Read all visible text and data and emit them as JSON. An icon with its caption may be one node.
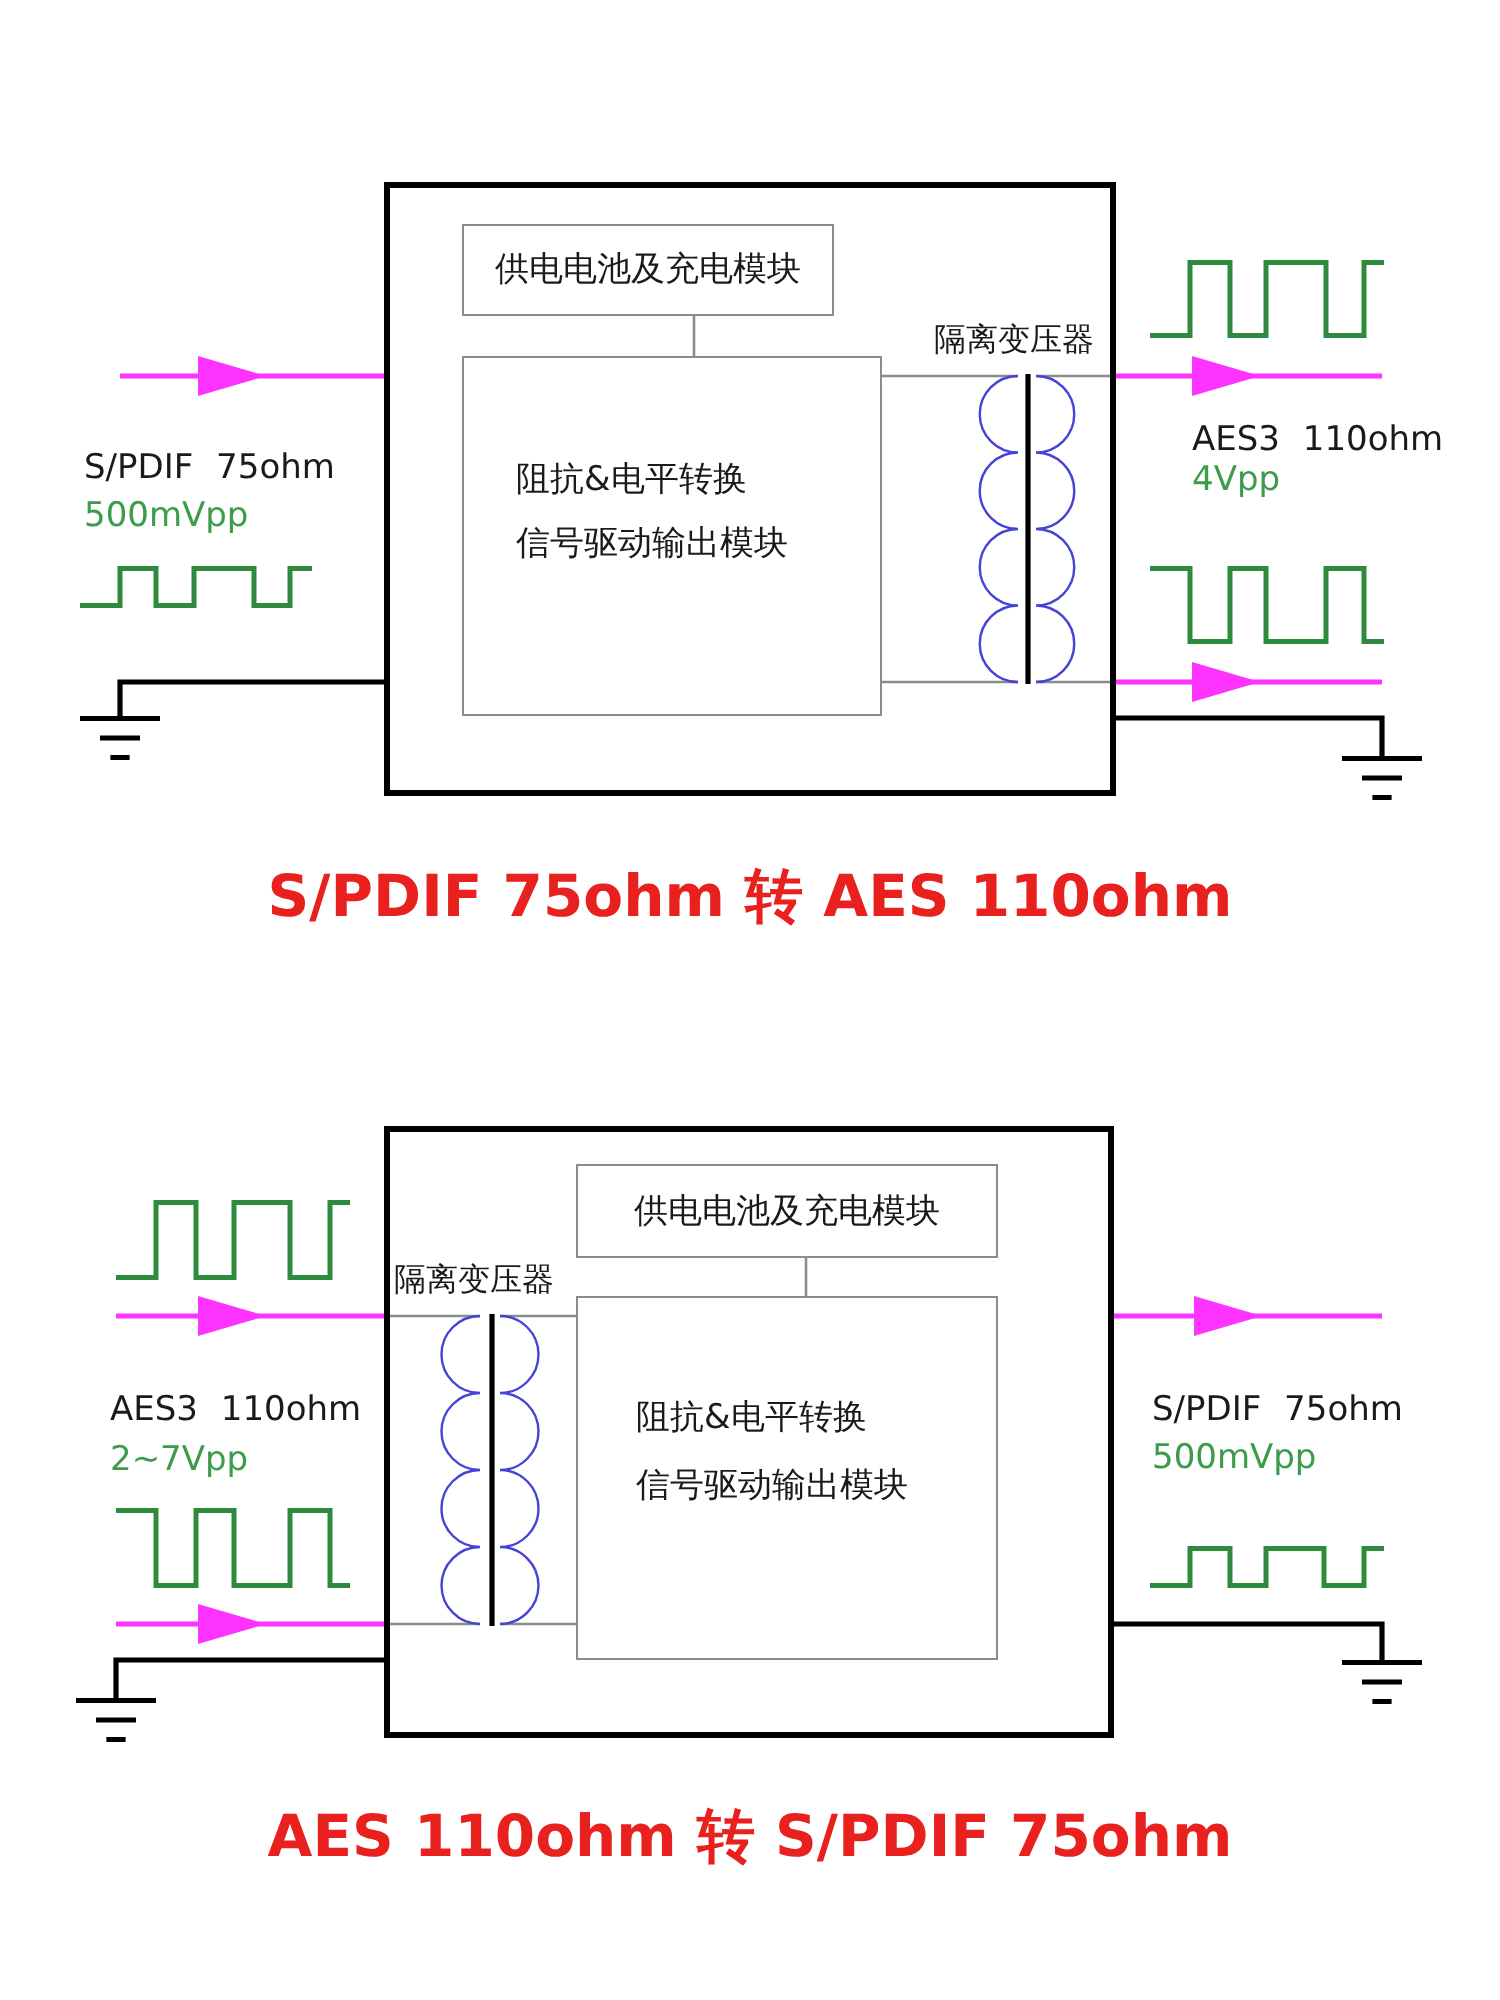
{
  "diagram": {
    "nodes": [
      {
        "text": [],
        "shape": "box"
      },
      {
        "text": [
          "供电电池及充电模块"
        ],
        "in": 0
      },
      {
        "text": [
          "阻抗&电平转换",
          "信号驱动输出模块"
        ],
        "in": 0
      },
      {
        "text": [],
        "shape": "transformer",
        "beside": [
          "隔离变压器"
        ],
        "in": 0
      },
      {
        "text": [],
        "shape": "ground"
      },
      {
        "text": [],
        "shape": "ground"
      },
      {
        "text": [],
        "shape": "box"
      },
      {
        "text": [
          "供电电池及充电模块"
        ],
        "in": 6
      },
      {
        "text": [],
        "shape": "transformer",
        "beside": [
          "隔离变压器"
        ],
        "in": 6
      },
      {
        "text": [
          "阻抗&电平转换",
          "信号驱动输出模块"
        ],
        "in": 6
      },
      {
        "text": [],
        "shape": "ground"
      },
      {
        "text": [],
        "shape": "ground"
      }
    ],
    "edges": [
      {
        "from": null,
        "to": 0,
        "arrow": "to",
        "color": "#ff33ff"
      },
      {
        "from": 1,
        "to": 2,
        "arrow": "none",
        "color": "#8c8c8c"
      },
      {
        "from": 2,
        "to": 3,
        "arrow": "none",
        "color": "#8c8c8c"
      },
      {
        "from": 2,
        "to": 3,
        "arrow": "none",
        "color": "#8c8c8c"
      },
      {
        "from": 3,
        "to": null,
        "arrow": "to",
        "color": "#ff33ff"
      },
      {
        "from": 3,
        "to": null,
        "arrow": "to",
        "color": "#ff33ff"
      },
      {
        "from": 0,
        "to": 4,
        "arrow": "none",
        "color": "#000000"
      },
      {
        "from": 0,
        "to": 5,
        "arrow": "none",
        "color": "#000000"
      },
      {
        "from": 7,
        "to": 9,
        "arrow": "none",
        "color": "#8c8c8c"
      },
      {
        "from": null,
        "to": 8,
        "arrow": "to",
        "color": "#ff33ff"
      },
      {
        "from": null,
        "to": 8,
        "arrow": "to",
        "color": "#ff33ff"
      },
      {
        "from": 8,
        "to": 9,
        "arrow": "none",
        "color": "#8c8c8c"
      },
      {
        "from": 8,
        "to": 9,
        "arrow": "none",
        "color": "#8c8c8c"
      },
      {
        "from": 6,
        "to": null,
        "arrow": "to",
        "color": "#ff33ff"
      },
      {
        "from": 6,
        "to": 10,
        "arrow": "none",
        "color": "#000000"
      },
      {
        "from": 6,
        "to": 11,
        "arrow": "none",
        "color": "#000000"
      }
    ],
    "labels": [
      "S/PDIF 75ohm",
      "500mVpp",
      "AES3 110ohm",
      "4Vpp",
      "S/PDIF 75ohm 转 AES 110ohm",
      "AES3 110ohm",
      "2~7Vpp",
      "S/PDIF 75ohm",
      "500mVpp",
      "AES 110ohm 转 S/PDIF 75ohm"
    ]
  }
}
